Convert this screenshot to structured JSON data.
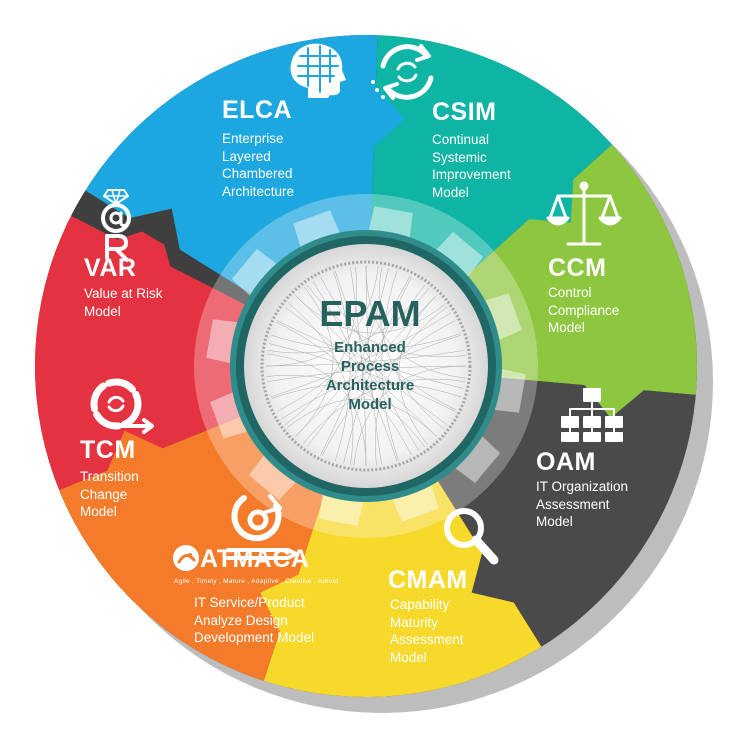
{
  "colors": {
    "elca": "#1ca7e0",
    "csim": "#0fb5a4",
    "ccm": "#8dc63f",
    "oam": "#4a4a4a",
    "cmam": "#f6d92b",
    "atmaca": "#f47b2a",
    "tcm": "#e53240",
    "var": "#3f3f3f",
    "center_text": "#27615e",
    "ring": "#2f8c8a"
  },
  "center": {
    "title": "EPAM",
    "subtitle_lines": [
      "Enhanced",
      "Process",
      "Architecture",
      "Model"
    ]
  },
  "segments": [
    {
      "key": "elca",
      "icon": "head-puzzle-icon",
      "title": "ELCA",
      "lines": [
        "Enterprise",
        "Layered",
        "Chambered",
        "Architecture"
      ]
    },
    {
      "key": "csim",
      "icon": "cycle-arrows-icon",
      "title": "CSIM",
      "lines": [
        "Continual",
        "Systemic",
        "Improvement",
        "Model"
      ]
    },
    {
      "key": "ccm",
      "icon": "scales-icon",
      "title": "CCM",
      "lines": [
        "Control",
        "Compliance",
        "Model"
      ]
    },
    {
      "key": "oam",
      "icon": "org-chart-icon",
      "title": "OAM",
      "lines": [
        "IT Organization",
        "Assessment",
        "Model"
      ]
    },
    {
      "key": "cmam",
      "icon": "magnifier-icon",
      "title": "CMAM",
      "lines": [
        "Capability",
        "Maturity",
        "Assessment",
        "Model"
      ]
    },
    {
      "key": "atmaca",
      "icon": "gear-cycle-icon",
      "title": "ATMACA",
      "tagline": "Agile , Timely , Mature , Adaptive , Creative , Adroid",
      "lines": [
        "IT Service/Product",
        "Analyze Design",
        "Development Model"
      ]
    },
    {
      "key": "tcm",
      "icon": "transition-cycle-icon",
      "title": "TCM",
      "lines": [
        "Transition",
        "Change",
        "Model"
      ]
    },
    {
      "key": "var",
      "icon": "at-risk-icon",
      "title": "VAR",
      "lines": [
        "Value at Risk",
        "Model"
      ]
    }
  ]
}
